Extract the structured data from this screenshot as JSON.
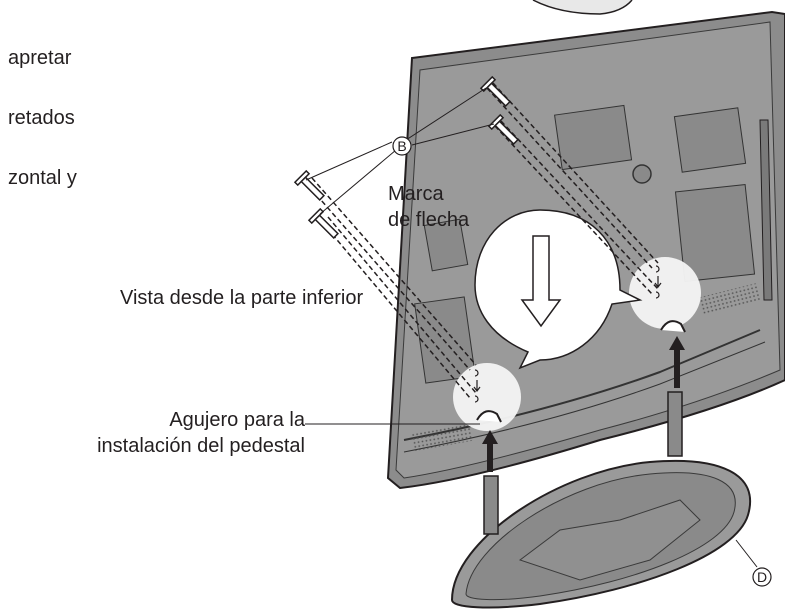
{
  "left_text": {
    "line1": "apretar",
    "line2": "retados",
    "line3": "zontal y"
  },
  "labels": {
    "arrow_mark_line1": "Marca",
    "arrow_mark_line2": "de flecha",
    "bottom_view": "Vista desde la parte inferior",
    "hole_line1": "Agujero para la",
    "hole_line2": "instalación del pedestal"
  },
  "callouts": {
    "screws": "B",
    "pedestal": "D"
  }
}
